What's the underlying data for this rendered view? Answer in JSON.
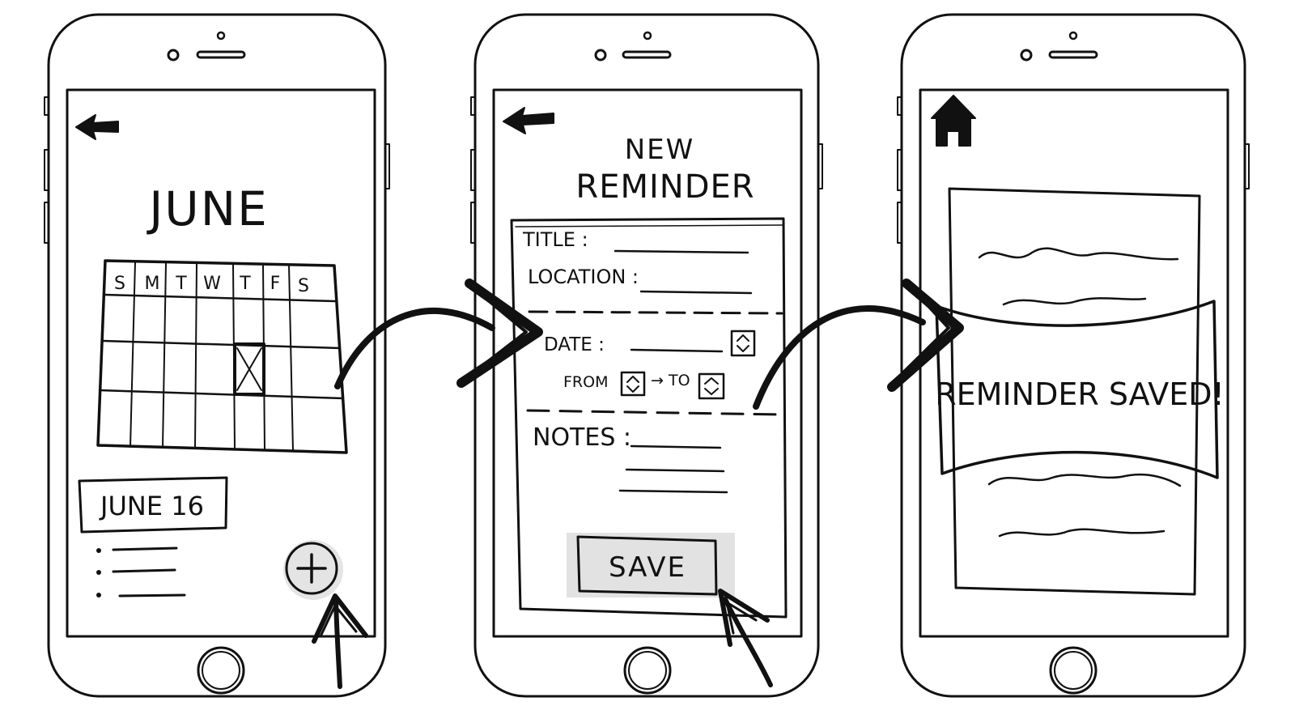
{
  "screen1": {
    "month_title": "JUNE",
    "weekdays": [
      "S",
      "M",
      "T",
      "W",
      "T",
      "F",
      "S"
    ],
    "selected_date_label": "JUNE 16",
    "back_icon": "back-arrow-icon",
    "add_icon": "plus-icon"
  },
  "screen2": {
    "title_line1": "NEW",
    "title_line2": "REMINDER",
    "title_label": "TITLE :",
    "location_label": "LOCATION :",
    "date_label": "DATE :",
    "from_label": "FROM",
    "to_label": "→ TO",
    "notes_label": "NOTES :",
    "save_label": "SAVE",
    "back_icon": "back-arrow-icon",
    "stepper_icon": "up-down-stepper-icon"
  },
  "screen3": {
    "banner_text": "REMINDER SAVED!",
    "home_icon": "home-icon"
  },
  "colors": {
    "ink": "#111111",
    "button_gray": "#8a8a8a",
    "banner_gray": "#8f8f8f"
  }
}
